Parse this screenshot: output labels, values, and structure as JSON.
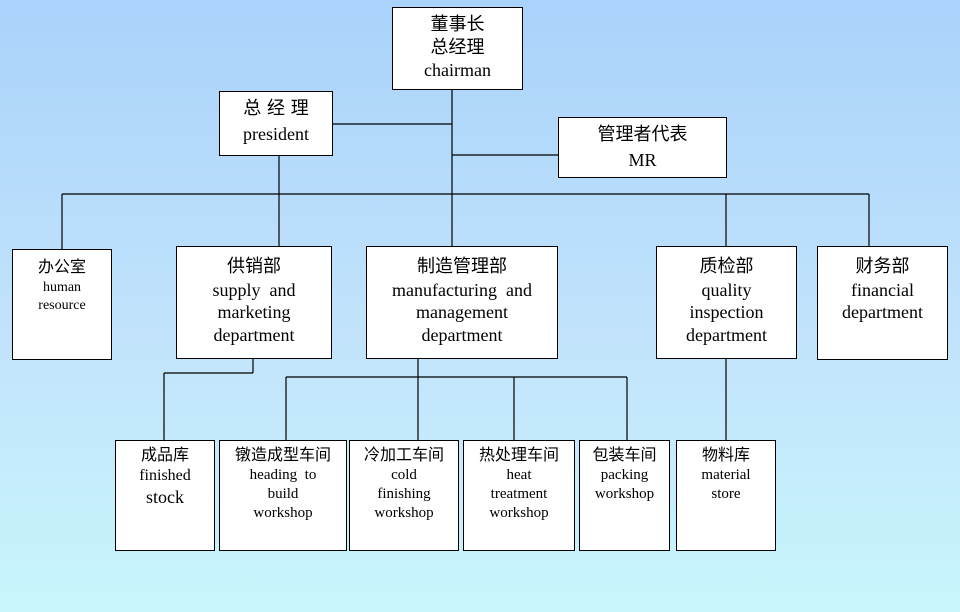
{
  "chart": {
    "chairman": {
      "cn1": "董事长",
      "cn2": "总经理",
      "en": "chairman"
    },
    "president": {
      "cn": "总 经 理",
      "en": "president"
    },
    "mr": {
      "cn": "管理者代表",
      "en": "MR"
    },
    "hr": {
      "cn": "办公室",
      "en1": "human",
      "en2": "resource"
    },
    "supply": {
      "cn": "供销部",
      "en1": "supply  and",
      "en2": "marketing",
      "en3": "department"
    },
    "manufacturing": {
      "cn": "制造管理部",
      "en1": "manufacturing  and",
      "en2": "management",
      "en3": "department"
    },
    "quality": {
      "cn": "质检部",
      "en1": "quality",
      "en2": "inspection",
      "en3": "department"
    },
    "financial": {
      "cn": "财务部",
      "en1": "financial",
      "en2": "department"
    },
    "finished": {
      "cn": "成品库",
      "en1": "finished",
      "en2": "stock"
    },
    "heading": {
      "cn": "镦造成型车间",
      "en1": "heading  to",
      "en2": "build",
      "en3": "workshop"
    },
    "cold": {
      "cn": "冷加工车间",
      "en1": "cold",
      "en2": "finishing",
      "en3": "workshop"
    },
    "heat": {
      "cn": "热处理车间",
      "en1": "heat",
      "en2": "treatment",
      "en3": "workshop"
    },
    "packing": {
      "cn": "包装车间",
      "en1": "packing",
      "en2": "workshop"
    },
    "material": {
      "cn": "物料库",
      "en1": "material",
      "en2": "store"
    }
  }
}
